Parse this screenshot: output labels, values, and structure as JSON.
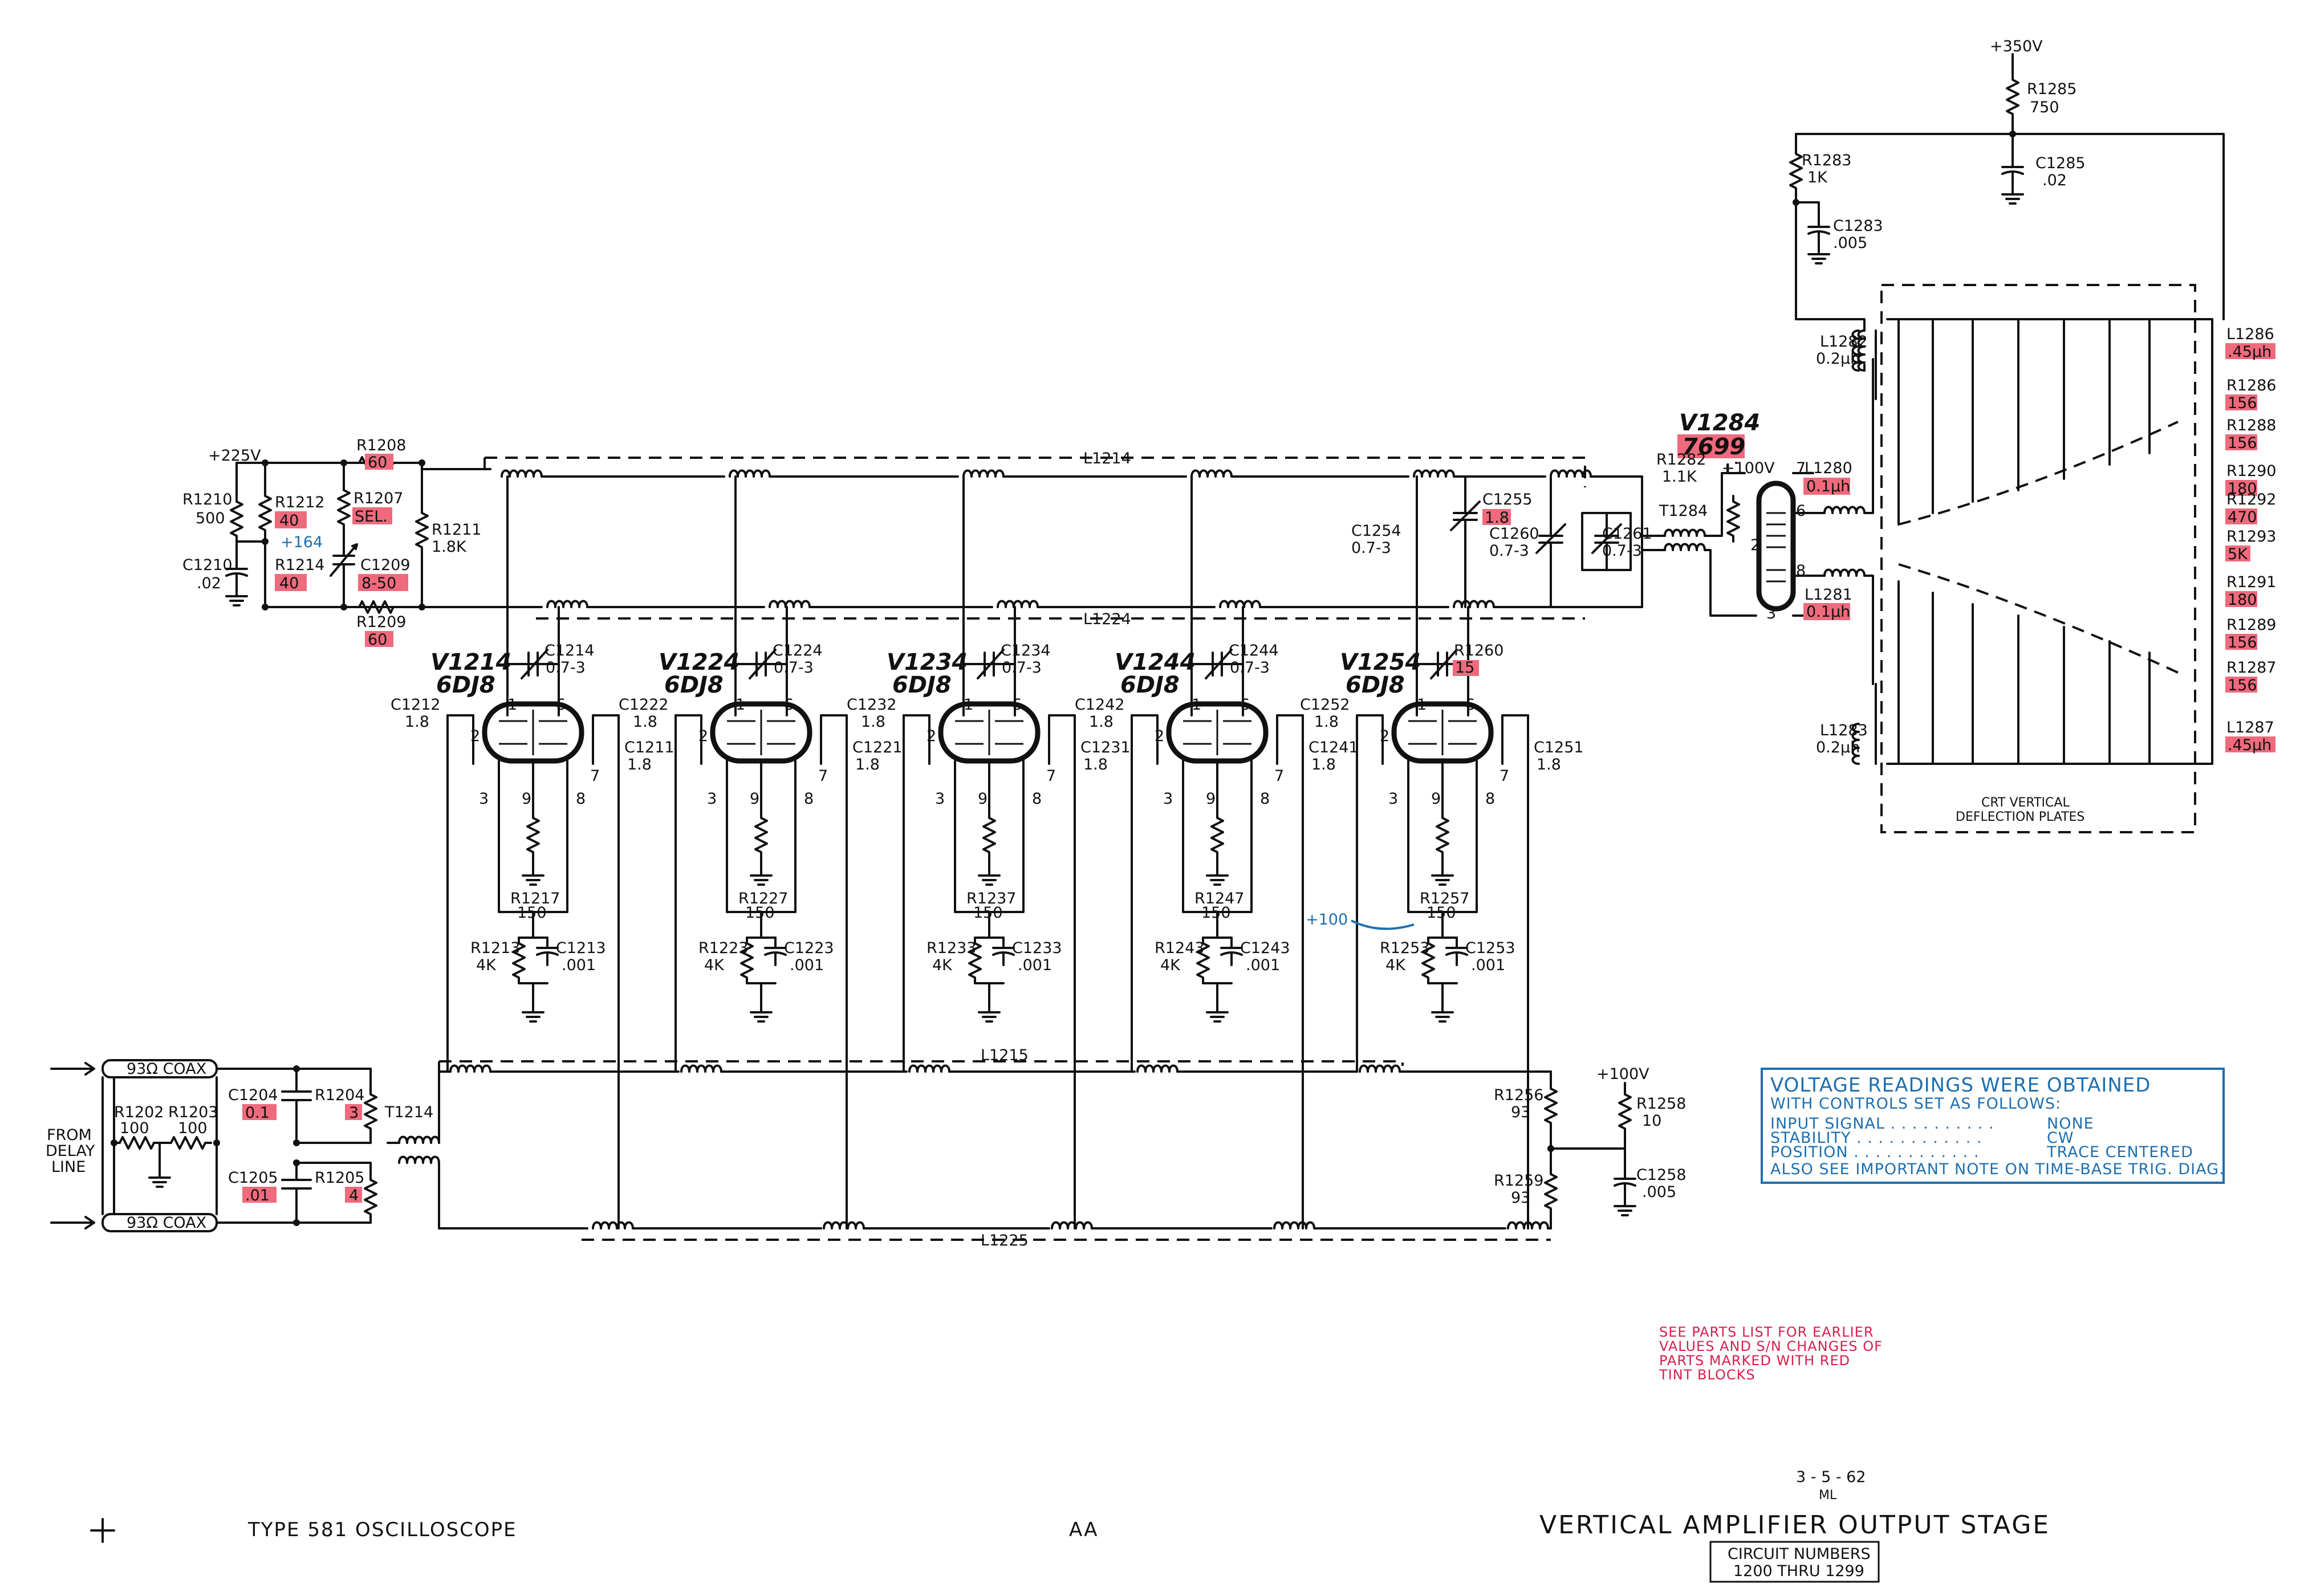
{
  "title_block": {
    "instrument": "TYPE 581 OSCILLOSCOPE",
    "code": "AA",
    "diagram_title": "VERTICAL AMPLIFIER OUTPUT STAGE",
    "circuit_numbers_line1": "CIRCUIT NUMBERS",
    "circuit_numbers_line2": "1200 THRU 1299",
    "date": "3 - 5 - 62",
    "initials": "ML"
  },
  "note_red": [
    "SEE PARTS LIST FOR EARLIER",
    "VALUES AND S/N CHANGES OF",
    "PARTS MARKED WITH RED",
    "TINT BLOCKS"
  ],
  "voltage_box": {
    "heading1": "VOLTAGE READINGS WERE OBTAINED",
    "heading2": "WITH CONTROLS SET AS FOLLOWS:",
    "rows": [
      {
        "label": "INPUT SIGNAL . . . . . . . . . .",
        "value": "NONE"
      },
      {
        "label": "STABILITY . . . . . . . . . . . .",
        "value": "CW"
      },
      {
        "label": "POSITION . . . . . . . . . . . .",
        "value": "TRACE CENTERED"
      }
    ],
    "footer": "ALSO SEE IMPORTANT NOTE ON TIME-BASE TRIG. DIAG."
  },
  "input": {
    "from_delay_line": [
      "FROM",
      "DELAY",
      "LINE"
    ],
    "coax_top": "93Ω COAX",
    "coax_bottom": "93Ω COAX",
    "r1202": "R1202",
    "r1202_val": "100",
    "r1203": "R1203",
    "r1203_val": "100",
    "c1204": "C1204",
    "c1204_val": "0.1",
    "r1204": "R1204",
    "r1204_val": "3",
    "c1205": "C1205",
    "c1205_val": ".01",
    "r1205": "R1205",
    "r1205_val": "4",
    "t1214": "T1214"
  },
  "bias_network": {
    "supply": "+225V",
    "r1210": "R1210",
    "r1210_val": "500",
    "c1210": "C1210",
    "c1210_val": ".02",
    "r1212": "R1212",
    "r1212_val": "40",
    "r1214": "R1214",
    "r1214_val": "40",
    "v164": "+164",
    "r1207": "R1207",
    "r1207_val": "SEL.",
    "c1209": "C1209",
    "c1209_val": "8-50",
    "r1208": "R1208",
    "r1208_val": "60",
    "r1209": "R1209",
    "r1209_val": "60",
    "r1211": "R1211",
    "r1211_val": "1.8K"
  },
  "lines": {
    "l1214": "L1214",
    "l1224": "L1224",
    "l1215": "L1215",
    "l1225": "L1225"
  },
  "stages": [
    {
      "tube": "V1214",
      "type": "6DJ8",
      "ctrim": "C1214",
      "ctrim_val": "0.7-3",
      "cg": "C1212",
      "cg_val": "1.8",
      "cp": "C1211",
      "cp_val": "1.8",
      "rk": "R1217",
      "rk_val": "150",
      "rs": "R1213",
      "rs_val": "4K",
      "cs": "C1213",
      "cs_val": ".001"
    },
    {
      "tube": "V1224",
      "type": "6DJ8",
      "ctrim": "C1224",
      "ctrim_val": "0.7-3",
      "cg": "C1222",
      "cg_val": "1.8",
      "cp": "C1221",
      "cp_val": "1.8",
      "rk": "R1227",
      "rk_val": "150",
      "rs": "R1223",
      "rs_val": "4K",
      "cs": "C1223",
      "cs_val": ".001"
    },
    {
      "tube": "V1234",
      "type": "6DJ8",
      "ctrim": "C1234",
      "ctrim_val": "0.7-3",
      "cg": "C1232",
      "cg_val": "1.8",
      "cp": "C1231",
      "cp_val": "1.8",
      "rk": "R1237",
      "rk_val": "150",
      "rs": "R1233",
      "rs_val": "4K",
      "cs": "C1233",
      "cs_val": ".001"
    },
    {
      "tube": "V1244",
      "type": "6DJ8",
      "ctrim": "C1244",
      "ctrim_val": "0.7-3",
      "cg": "C1242",
      "cg_val": "1.8",
      "cp": "C1241",
      "cp_val": "1.8",
      "rk": "R1247",
      "rk_val": "150",
      "rs": "R1243",
      "rs_val": "4K",
      "cs": "C1243",
      "cs_val": ".001"
    },
    {
      "tube": "V1254",
      "type": "6DJ8",
      "ctrim": "R1260",
      "ctrim_val": "15",
      "cg": "C1252",
      "cg_val": "1.8",
      "cp": "C1251",
      "cp_val": "1.8",
      "rk": "R1257",
      "rk_val": "150",
      "rs": "R1253",
      "rs_val": "4K",
      "cs": "C1253",
      "cs_val": ".001"
    }
  ],
  "v100_label": "+100",
  "output": {
    "c1254": "C1254",
    "c1254_val": "0.7-3",
    "c1255": "C1255",
    "c1255_val": "1.8",
    "c1260": "C1260",
    "c1260_val": "0.7-3",
    "c1261": "C1261",
    "c1261_val": "0.7-3",
    "t1284": "T1284",
    "r1282": "R1282",
    "r1282_val": "1.1K",
    "v100": "+100V",
    "v1284": "V1284",
    "v1284_type": "7699",
    "l1280": "L1280",
    "l1280_val": "0.1µh",
    "l1281": "L1281",
    "l1281_val": "0.1µh",
    "supply350": "+350V",
    "r1285": "R1285",
    "r1285_val": "750",
    "c1285": "C1285",
    "c1285_val": ".02",
    "r1283": "R1283",
    "r1283_val": "1K",
    "c1283": "C1283",
    "c1283_val": ".005",
    "l1282": "L1282",
    "l1282_val": "0.2µh",
    "l1283": "L1283",
    "l1283_val": "0.2µh",
    "crt_line1": "CRT VERTICAL",
    "crt_line2": "DEFLECTION PLATES",
    "ladder": [
      {
        "name": "L1286",
        "val": ".45µh"
      },
      {
        "name": "R1286",
        "val": "156"
      },
      {
        "name": "R1288",
        "val": "156"
      },
      {
        "name": "R1290",
        "val": "180"
      },
      {
        "name": "R1292",
        "val": "470"
      },
      {
        "name": "R1293",
        "val": "5K"
      },
      {
        "name": "R1291",
        "val": "180"
      },
      {
        "name": "R1289",
        "val": "156"
      },
      {
        "name": "R1287",
        "val": "156"
      },
      {
        "name": "L1287",
        "val": ".45µh"
      }
    ]
  },
  "termination": {
    "supply": "+100V",
    "r1256": "R1256",
    "r1256_val": "93",
    "r1258": "R1258",
    "r1258_val": "10",
    "r1259": "R1259",
    "r1259_val": "93",
    "c1258": "C1258",
    "c1258_val": ".005"
  },
  "pins": [
    "1",
    "6",
    "2",
    "7",
    "3",
    "9",
    "8"
  ],
  "v1284_pins": [
    "7",
    "6",
    "2",
    "8",
    "3"
  ]
}
